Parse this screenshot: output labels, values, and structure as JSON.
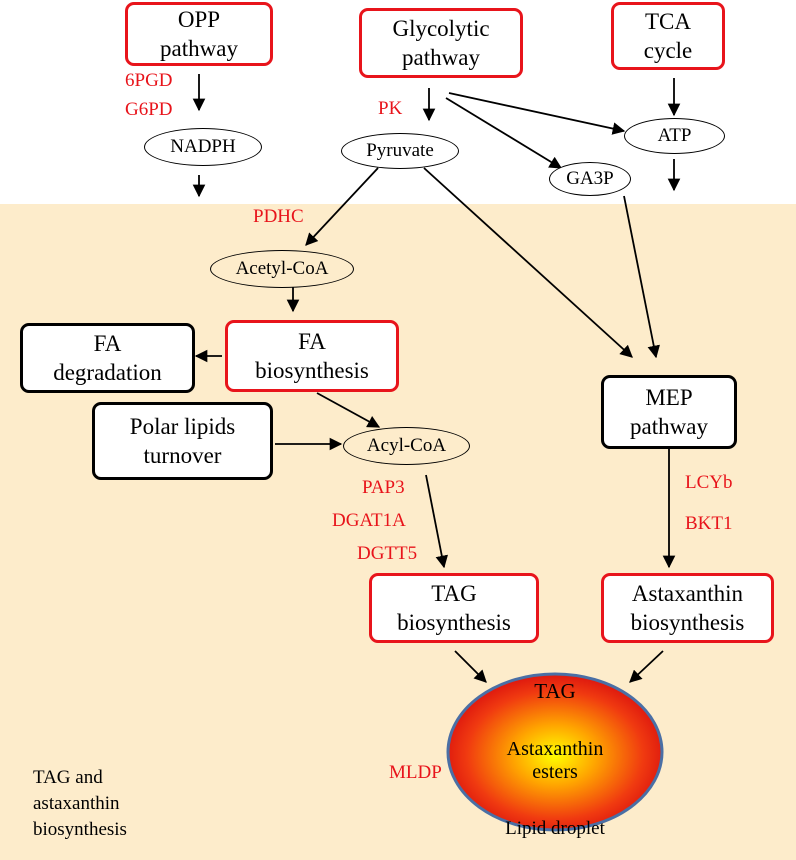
{
  "colors": {
    "accent_red": "#e8141b",
    "background_tan": "#fdeccb",
    "droplet_outline": "#4a6fa5"
  },
  "boxes": {
    "opp": "OPP\npathway",
    "glycolytic": "Glycolytic\npathway",
    "tca": "TCA\ncycle",
    "fa_degradation": "FA\ndegradation",
    "fa_biosynthesis": "FA\nbiosynthesis",
    "polar_lipids": "Polar lipids\nturnover",
    "mep": "MEP\npathway",
    "tag_biosynthesis": "TAG\nbiosynthesis",
    "astaxanthin_biosynthesis": "Astaxanthin\nbiosynthesis"
  },
  "metabolites": {
    "nadph": "NADPH",
    "pyruvate": "Pyruvate",
    "atp": "ATP",
    "ga3p": "GA3P",
    "acetyl_coa": "Acetyl-CoA",
    "acyl_coa": "Acyl-CoA"
  },
  "enzymes": {
    "e_6pgd": "6PGD",
    "g6pd": "G6PD",
    "pk": "PK",
    "pdhc": "PDHC",
    "pap3": "PAP3",
    "dgat1a": "DGAT1A",
    "dgtt5": "DGTT5",
    "lcyb": "LCYb",
    "bkt1": "BKT1",
    "mldp": "MLDP"
  },
  "droplet": {
    "tag": "TAG",
    "astaxanthin_esters": "Astaxanthin\nesters",
    "caption": "Lipid droplet"
  },
  "region_label": "TAG and\nastaxanthin\nbiosynthesis"
}
